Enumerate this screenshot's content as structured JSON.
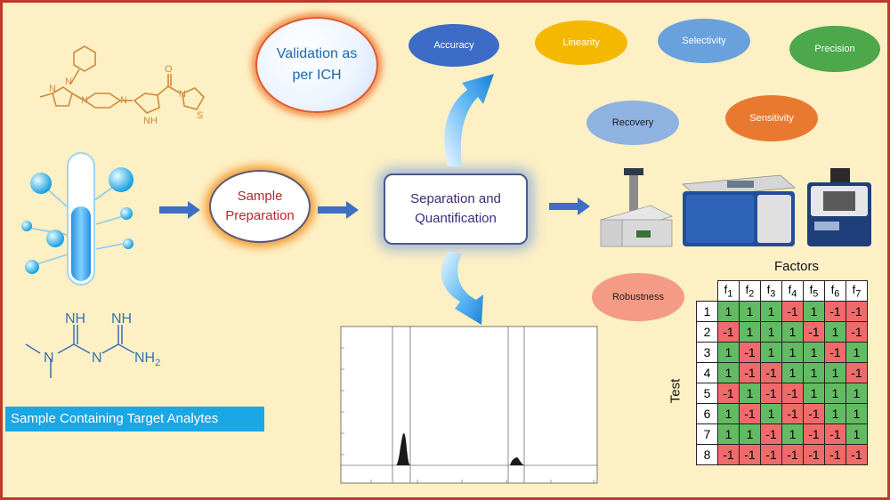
{
  "validation": {
    "line1": "Validation as",
    "line2": "per ICH"
  },
  "parameters": {
    "accuracy": "Accuracy",
    "linearity": "Linearity",
    "selectivity": "Selectivity",
    "precision": "Precision",
    "recovery": "Recovery",
    "sensitivity": "Sensitivity",
    "robustness": "Robustness"
  },
  "sample_prep": {
    "line1": "Sample",
    "line2": "Preparation"
  },
  "separation": {
    "line1": "Separation and",
    "line2": "Quantification"
  },
  "sample_label": "Sample Containing Target Analytes",
  "guanidine": {
    "nh_left": "NH",
    "nh_right": "NH",
    "nh2": "NH",
    "nh2_sub": "2",
    "n_left": "N",
    "n_mid": "N"
  },
  "pyrazole_atoms": {
    "n1": "N",
    "n2": "N",
    "n3": "N",
    "n4": "N",
    "nh": "NH",
    "n5": "N",
    "o": "O",
    "s": "S"
  },
  "doe": {
    "title": "Factors",
    "row_label": "Test",
    "factors": [
      "f1",
      "f2",
      "f3",
      "f4",
      "f5",
      "f6",
      "f7"
    ],
    "tests": [
      "1",
      "2",
      "3",
      "4",
      "5",
      "6",
      "7",
      "8"
    ],
    "values": [
      [
        "1",
        "1",
        "1",
        "-1",
        "1",
        "-1",
        "-1"
      ],
      [
        "-1",
        "1",
        "1",
        "1",
        "-1",
        "1",
        "-1"
      ],
      [
        "1",
        "-1",
        "1",
        "1",
        "1",
        "-1",
        "1"
      ],
      [
        "1",
        "-1",
        "-1",
        "1",
        "1",
        "1",
        "-1"
      ],
      [
        "-1",
        "1",
        "-1",
        "-1",
        "1",
        "1",
        "1"
      ],
      [
        "1",
        "-1",
        "1",
        "-1",
        "-1",
        "1",
        "1"
      ],
      [
        "1",
        "1",
        "-1",
        "1",
        "-1",
        "-1",
        "1"
      ],
      [
        "-1",
        "-1",
        "-1",
        "-1",
        "-1",
        "-1",
        "-1"
      ]
    ]
  },
  "colors": {
    "background": "#fdf0c4",
    "frame": "#c0392b",
    "accuracy": "#3d6cc6",
    "linearity": "#f5b800",
    "selectivity": "#69a1dc",
    "precision": "#4ca84a",
    "recovery": "#8fb3e0",
    "sensitivity": "#e9792f",
    "robustness": "#f39b84",
    "green_cell": "#62bb63",
    "red_cell": "#ef6b6b"
  }
}
